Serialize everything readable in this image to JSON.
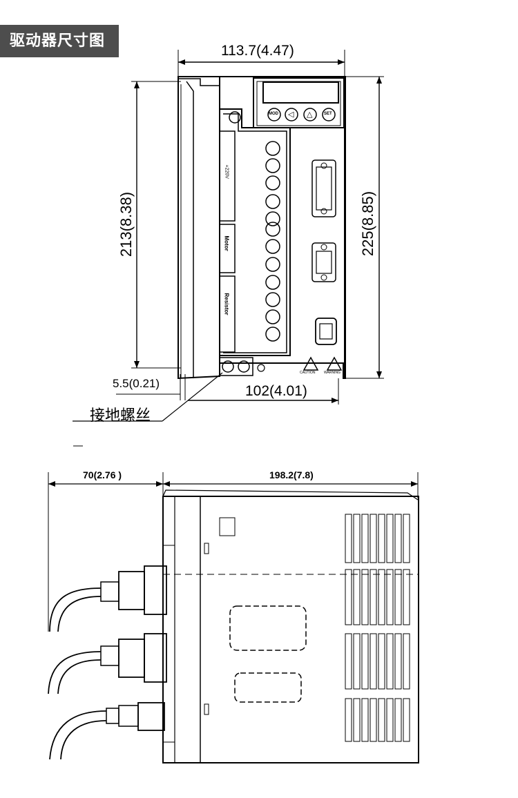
{
  "title": "驱动器尺寸图",
  "front_view": {
    "width_label": "113.7(4.47)",
    "left_height_label": "213(8.38)",
    "right_height_label": "225(8.85)",
    "mount_offset_label": "5.5(0.21)",
    "mount_spacing_label": "102(4.01)",
    "ground_screw_label": "接地螺丝",
    "keys": [
      "MOD",
      "◁",
      "△",
      "SET"
    ],
    "terminal_labels": [
      "+220V",
      "Motor",
      "Resistor"
    ],
    "warning_labels": [
      "CAUTION",
      "WARNING"
    ]
  },
  "side_view": {
    "cable_depth_label": "70(2.76 )",
    "body_depth_label": "198.2(7.8)"
  }
}
